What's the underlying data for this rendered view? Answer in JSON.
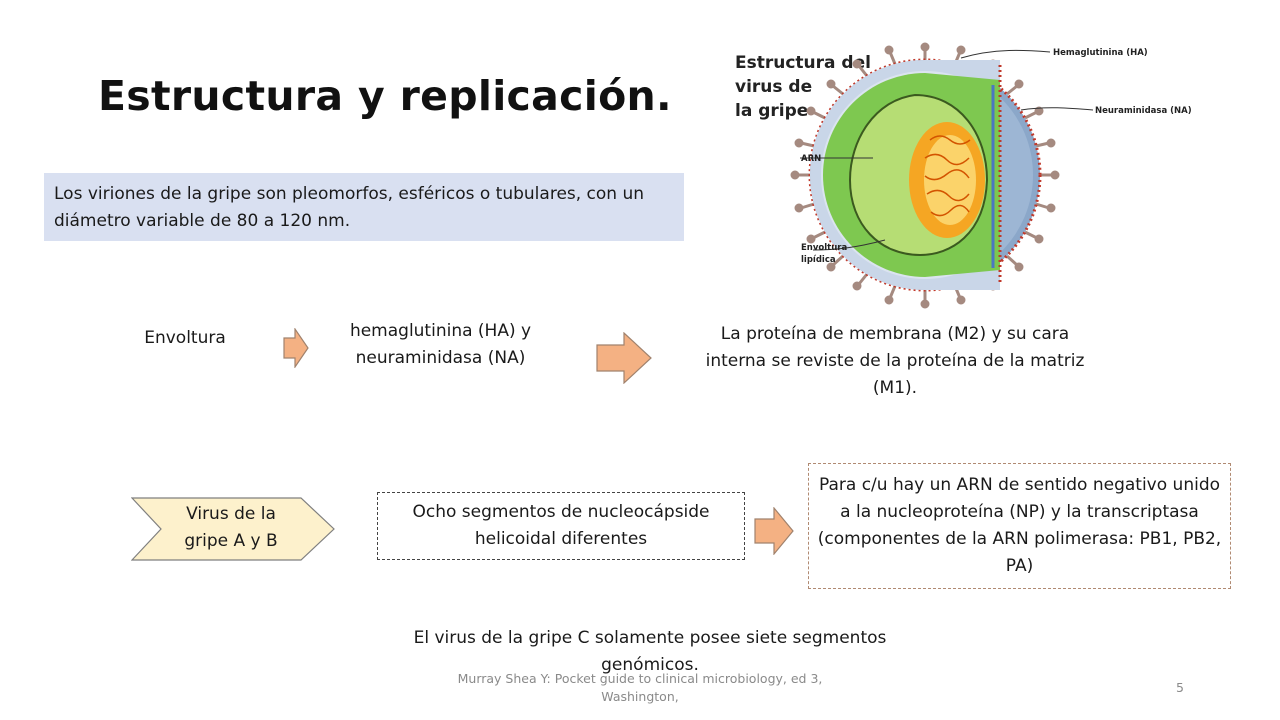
{
  "slide": {
    "title": "Estructura y replicación.",
    "intro_text": "Los viriones de la gripe son pleomorfos, esféricos o tubulares, con un diámetro variable de 80 a 120 nm.",
    "flow1": {
      "envoltura": "Envoltura",
      "glycoproteins": "hemaglutinina (HA) y neuraminidasa (NA)",
      "m_proteins": "La proteína de membrana (M2) y su cara interna se reviste de la proteína de la matriz (M1)."
    },
    "flow2": {
      "virus_ab": "Virus de la gripe A y B",
      "segments": "Ocho segmentos de nucleocápside helicoidal diferentes",
      "rna_detail": "Para c/u hay un ARN de sentido negativo unido a la nucleoproteína (NP) y la transcriptasa (componentes de la ARN polimerasa: PB1, PB2, PA)"
    },
    "virus_c_note": "El virus de la gripe C solamente posee siete segmentos genómicos.",
    "footer_citation": "Murray Shea Y: Pocket guide to clinical microbiology, ed 3, Washington,",
    "page_number": "5"
  },
  "figure": {
    "title_line1": "Estructura del",
    "title_line2": "virus de",
    "title_line3": "la gripe",
    "label_ha": "Hemaglutinina (HA)",
    "label_na": "Neuraminidasa (NA)",
    "label_arn": "ARN",
    "label_env_line1": "Envoltura",
    "label_env_line2": "lipídica"
  },
  "colors": {
    "intro_bg": "#d9e0f1",
    "arrow_fill": "#f4b183",
    "arrow_stroke": "#a0826d",
    "pentagon_fill": "#fdf1cc",
    "virus_shell": "#8ba7c9",
    "virus_green": "#7ec850",
    "virus_orange": "#f5a623"
  }
}
